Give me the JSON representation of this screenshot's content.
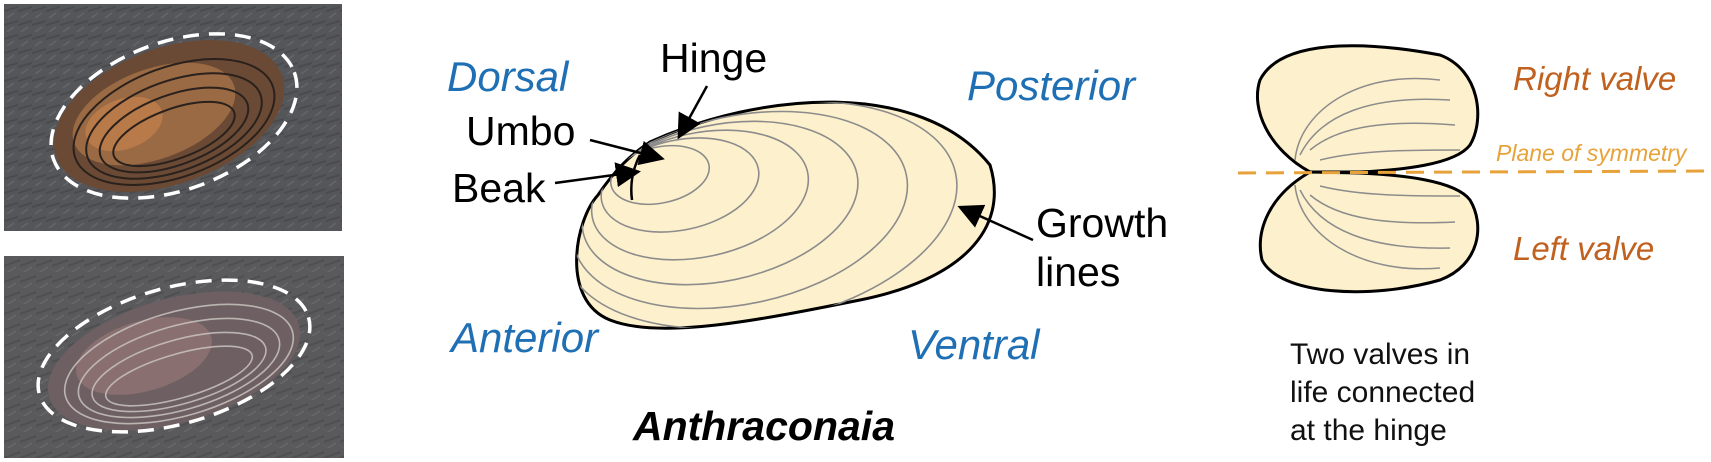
{
  "photos": [
    {
      "name": "fossil-specimen-1",
      "rock_color": "#55565a",
      "shell_color": "#8a5a38"
    },
    {
      "name": "fossil-specimen-2",
      "rock_color": "#5a5a5d",
      "shell_color": "#7d6b6a"
    }
  ],
  "diagram": {
    "directions": {
      "dorsal": "Dorsal",
      "posterior": "Posterior",
      "anterior": "Anterior",
      "ventral": "Ventral"
    },
    "parts": {
      "hinge": "Hinge",
      "umbo": "Umbo",
      "beak": "Beak",
      "growth_lines_1": "Growth",
      "growth_lines_2": "lines"
    },
    "genus": "Anthraconaia"
  },
  "valves": {
    "right": "Right valve",
    "left": "Left valve",
    "plane": "Plane of symmetry",
    "caption_lines": [
      "Two valves in",
      "life connected",
      "at the hinge"
    ]
  },
  "colors": {
    "shell_fill": "#fdf0cc",
    "growth_line": "#8c8c8c",
    "direction_label": "#1f6fb4",
    "valve_label": "#c0611f",
    "plane_line": "#e8a23a"
  }
}
